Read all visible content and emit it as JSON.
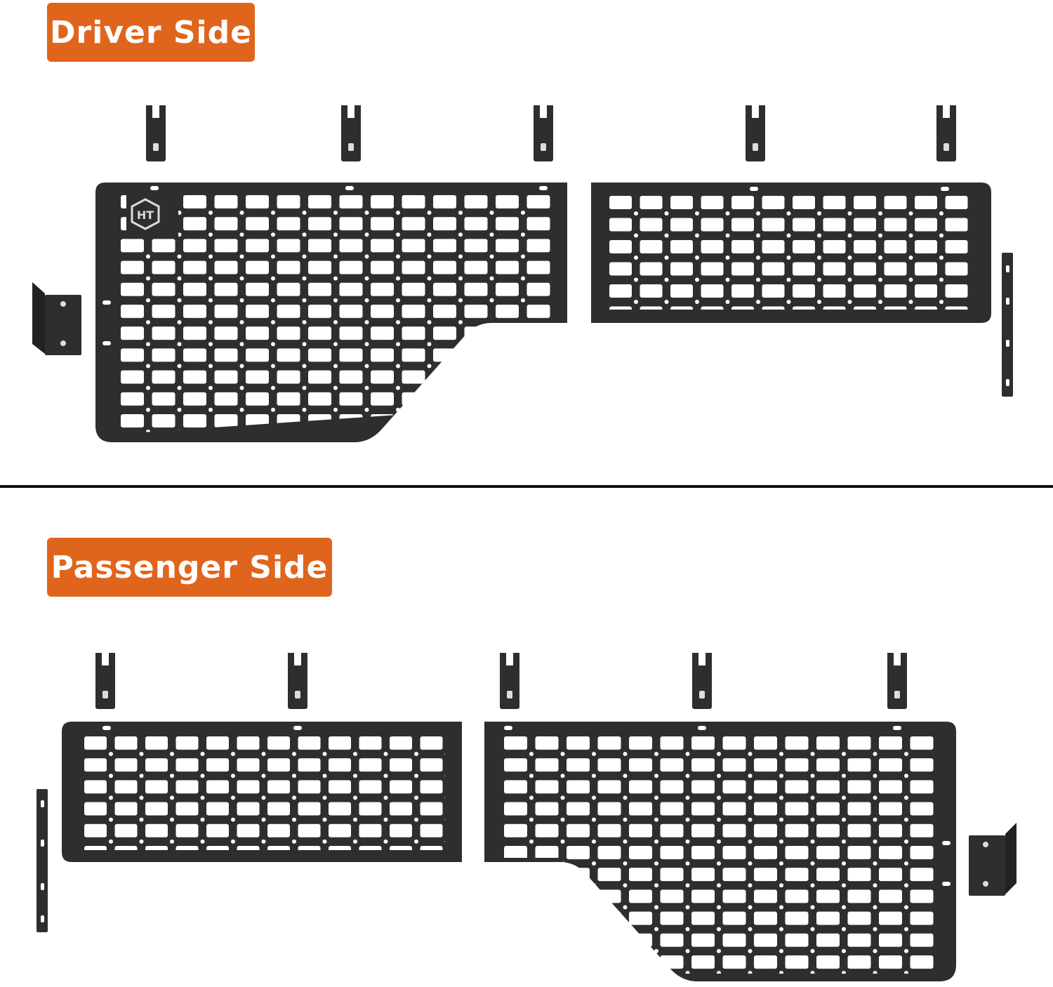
{
  "labels": {
    "driver": "Driver Side",
    "passenger": "Passenger Side"
  },
  "colors": {
    "badge": "#e0651c",
    "metal": "#2e2e2e",
    "background": "#ffffff"
  },
  "logo": {
    "icon": "hexagon-brand-logo-icon",
    "text": "HT"
  },
  "icons": {
    "panel": "molle-panel-icon",
    "bracket": "mounting-bracket-icon"
  }
}
